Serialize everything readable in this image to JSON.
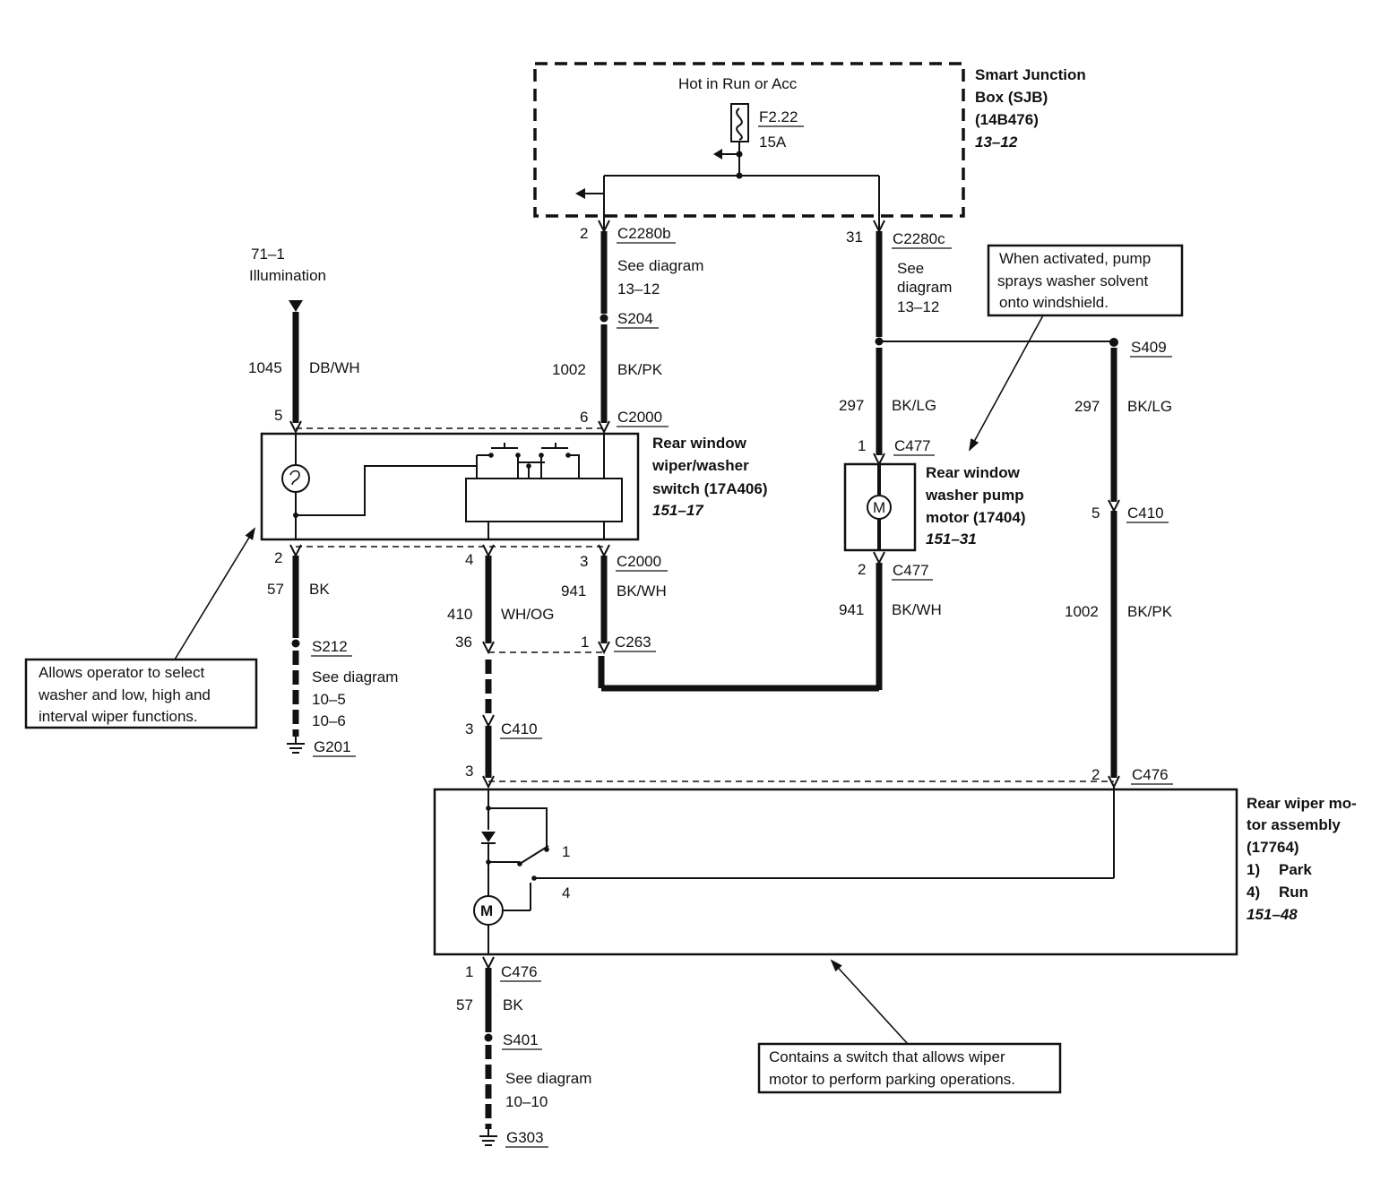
{
  "sjb": {
    "title_line1": "Smart Junction",
    "title_line2": "Box (SJB)",
    "title_line3": "(14B476)",
    "ref": "13–12",
    "power": "Hot in Run or Acc",
    "fuse": "F2.22",
    "fuse_rating": "15A"
  },
  "left_branch": {
    "illum_ref": "71–1",
    "illum_label": "Illumination",
    "circuit_top": "1045",
    "color_top": "DB/WH",
    "pin_top": "5",
    "pin_bottom": "2",
    "circuit_bottom": "57",
    "color_bottom": "BK",
    "splice": "S212",
    "see_diagram": "See diagram",
    "ref1": "10–5",
    "ref2": "10–6",
    "ground": "G201"
  },
  "c2280b": {
    "pin": "2",
    "connector": "C2280b",
    "see_diagram": "See diagram",
    "ref": "13–12",
    "splice": "S204",
    "circuit": "1002",
    "color": "BK/PK",
    "pin_switch": "6",
    "connector_switch": "C2000"
  },
  "c2280c": {
    "pin": "31",
    "connector": "C2280c",
    "see_line1": "See",
    "see_line2": "diagram",
    "ref": "13–12"
  },
  "switch": {
    "title_line1": "Rear window",
    "title_line2": "wiper/washer",
    "title_line3": "switch (17A406)",
    "ref": "151–17",
    "pin4": "4",
    "pin3": "3",
    "connector": "C2000",
    "circuit_941": "941",
    "color_941": "BK/WH",
    "circuit_410": "410",
    "color_410": "WH/OG",
    "pin36": "36",
    "pin1": "1",
    "connector_c263": "C263"
  },
  "pump": {
    "circuit": "297",
    "color": "BK/LG",
    "pin1": "1",
    "connector": "C477",
    "title_line1": "Rear window",
    "title_line2": "washer pump",
    "title_line3": "motor (17404)",
    "ref": "151–31",
    "motor_symbol": "M",
    "pin2": "2",
    "connector2": "C477",
    "circuit_out": "941",
    "color_out": "BK/WH"
  },
  "right_branch": {
    "splice": "S409",
    "circuit": "297",
    "color": "BK/LG",
    "pin5": "5",
    "connector": "C410",
    "circuit2": "1002",
    "color2": "BK/PK",
    "pin2": "2",
    "connector_c476": "C476"
  },
  "center_branch": {
    "pin3a": "3",
    "connector": "C410",
    "pin3b": "3"
  },
  "wiper_motor": {
    "title_line1": "Rear wiper mo-",
    "title_line2": "tor assembly",
    "title_line3": "(17764)",
    "mode1_num": "1)",
    "mode1": "Park",
    "mode4_num": "4)",
    "mode4": "Run",
    "ref": "151–48",
    "terminal1": "1",
    "terminal4": "4",
    "motor_symbol": "M"
  },
  "bottom": {
    "pin": "1",
    "connector": "C476",
    "circuit": "57",
    "color": "BK",
    "splice": "S401",
    "see_diagram": "See diagram",
    "ref": "10–10",
    "ground": "G303"
  },
  "notes": {
    "switch_note_line1": "Allows operator to select",
    "switch_note_line2": "washer and low, high and",
    "switch_note_line3": "interval wiper functions.",
    "pump_note_line1": "When activated, pump",
    "pump_note_line2": "sprays washer solvent",
    "pump_note_line3": "onto windshield.",
    "motor_note_line1": "Contains a switch that allows wiper",
    "motor_note_line2": "motor to perform parking operations."
  }
}
